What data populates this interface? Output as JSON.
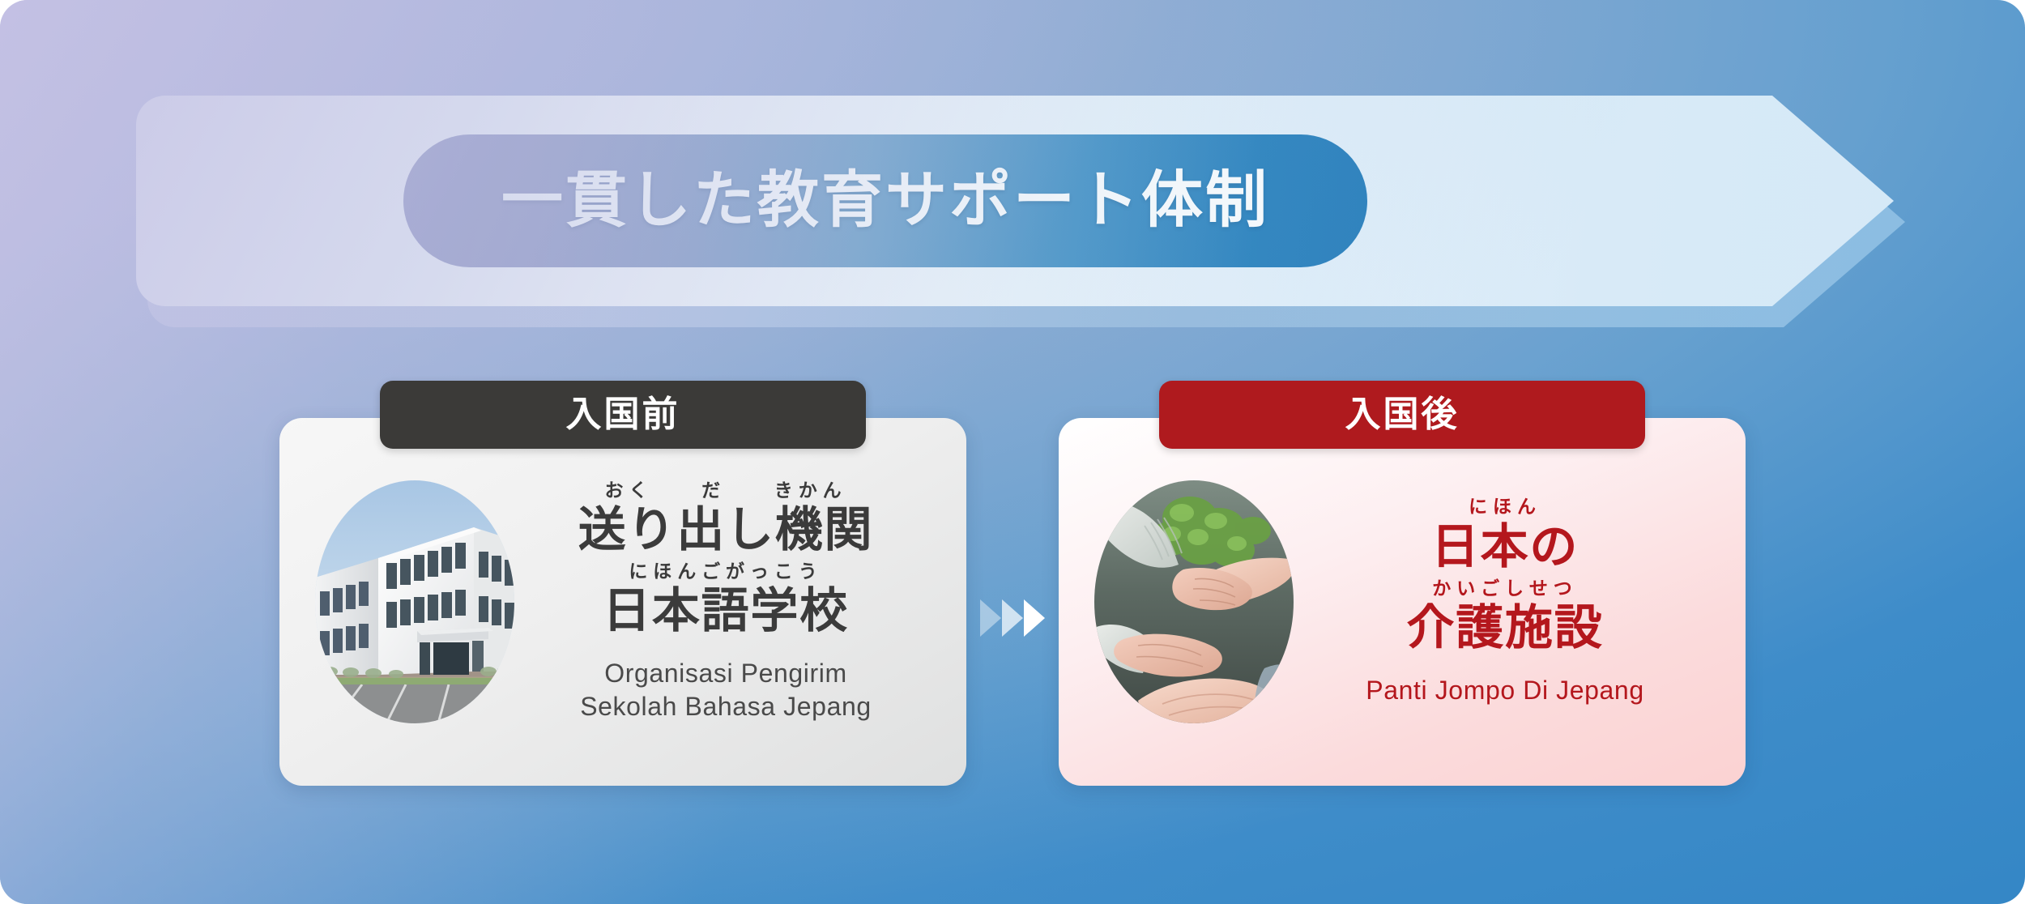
{
  "header": {
    "banner_title": "一貫した教育サポート体制"
  },
  "flow": {
    "arrow_icon": "triple-chevron-right-icon",
    "steps": [
      {
        "id": "before-entry",
        "badge_label": "入国前",
        "badge_color": "#3b3a38",
        "photo_alt": "japanese-language-school-building-photo",
        "lines": [
          {
            "furigana": "おく　　だ　　きかん",
            "kanji": "送り出し機関"
          },
          {
            "furigana": "にほんごがっこう",
            "kanji": "日本語学校"
          }
        ],
        "romaji": [
          "Organisasi Pengirim",
          "Sekolah Bahasa Jepang"
        ],
        "text_color": "#3b3b3b"
      },
      {
        "id": "after-entry",
        "badge_label": "入国後",
        "badge_color": "#af1a1e",
        "photo_alt": "caregiver-holding-elderly-hands-photo",
        "lines": [
          {
            "furigana": "にほん",
            "kanji": "日本の"
          },
          {
            "furigana": "かいごしせつ",
            "kanji": "介護施設"
          }
        ],
        "romaji": [
          "Panti Jompo Di Jepang"
        ],
        "text_color": "#b4171d"
      }
    ]
  },
  "theme": {
    "bg_from": "#b9b9de",
    "bg_to": "#3587c6",
    "pill_from": "#9a9ac4",
    "pill_to": "#2d81bd",
    "accent_red": "#af1a1e",
    "accent_dark": "#3b3a38"
  }
}
